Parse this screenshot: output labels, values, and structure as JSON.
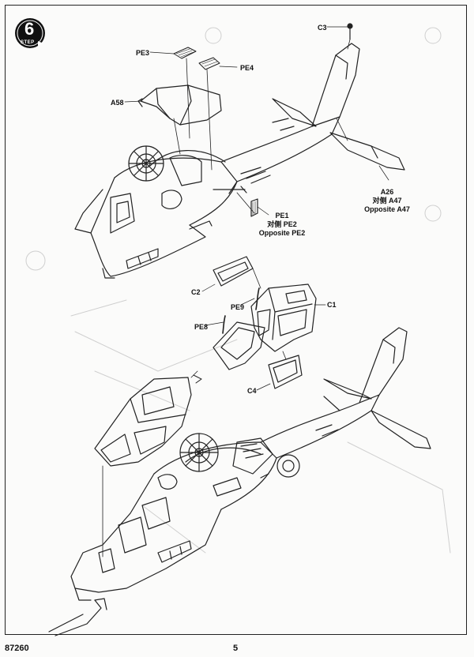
{
  "step": {
    "number": "6",
    "word": "STEP"
  },
  "labels": {
    "c3": "C3",
    "pe3": "PE3",
    "pe4": "PE4",
    "a58": "A58",
    "a26": "A26",
    "a26_opposite_cn": "对侧 A47",
    "a26_opposite_en": "Opposite A47",
    "pe1": "PE1",
    "pe1_opposite_cn": "对侧 PE2",
    "pe1_opposite_en": "Opposite PE2",
    "c2": "C2",
    "pe9": "PE9",
    "c1": "C1",
    "pe8": "PE8",
    "c4": "C4"
  },
  "footer": {
    "kit_code": "87260",
    "page_number": "5"
  }
}
